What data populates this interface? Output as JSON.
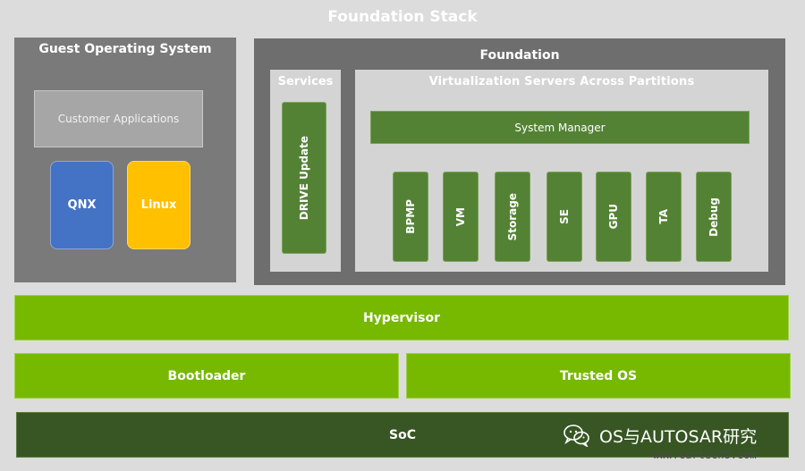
{
  "title": "Foundation Stack",
  "guest_os": {
    "title": "Guest Operating System",
    "customer_apps": "Customer Applications",
    "os_options": [
      {
        "label": "QNX",
        "color": "#4472c4"
      },
      {
        "label": "Linux",
        "color": "#ffc000"
      }
    ]
  },
  "foundation": {
    "title": "Foundation",
    "services": {
      "title": "Services",
      "items": [
        "DRIVE Update"
      ]
    },
    "virtualization": {
      "title": "Virtualization Servers Across Partitions",
      "system_manager": "System Manager",
      "partitions": [
        "BPMP",
        "VM",
        "Storage",
        "SE",
        "GPU",
        "TA",
        "Debug"
      ]
    }
  },
  "layers": {
    "hypervisor": "Hypervisor",
    "bootloader": "Bootloader",
    "trusted_os": "Trusted OS",
    "soc": "SoC"
  },
  "watermark": {
    "brand": "OS与AUTOSAR研究",
    "site": "www.cartech8.com"
  },
  "colors": {
    "nvidia_green": "#76b900",
    "dark_green": "#548235",
    "soc_green": "#375623",
    "qnx_blue": "#4472c4",
    "linux_yellow": "#ffc000"
  }
}
